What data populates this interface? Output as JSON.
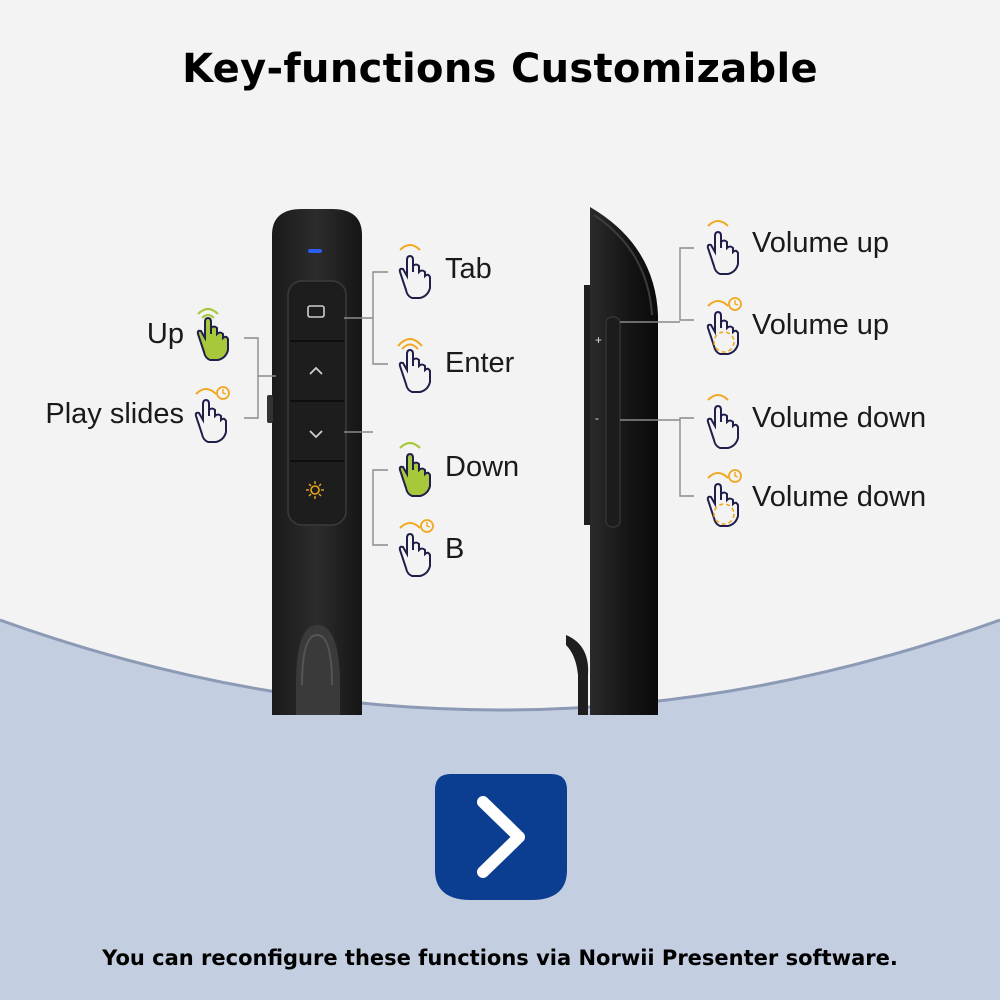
{
  "title": "Key-functions Customizable",
  "left_device": {
    "labels": {
      "up": "Up",
      "play_slides": "Play slides",
      "tab": "Tab",
      "enter": "Enter",
      "down": "Down",
      "b": "B"
    },
    "buttons": [
      "window-button",
      "up-arrow-button",
      "down-arrow-button",
      "laser-button"
    ]
  },
  "right_device": {
    "side_marks": {
      "plus": "+",
      "minus": "-"
    },
    "labels": {
      "volume_up_1": "Volume up",
      "volume_up_2": "Volume up",
      "volume_down_1": "Volume down",
      "volume_down_2": "Volume down"
    }
  },
  "icons": {
    "gesture_types": [
      "single-tap-hand-icon",
      "double-tap-hand-icon",
      "long-press-hand-icon",
      "highlighted-tap-hand-icon"
    ],
    "app_icon": "chevron-right-icon"
  },
  "colors": {
    "background": "#f3f3f3",
    "lower_band": "#c3cee0",
    "accent_orange": "#f0a81e",
    "accent_green": "#a6c83a",
    "hand_outline": "#1f1f4a",
    "app_icon_blue": "#0b3d91"
  },
  "footer": "You can reconfigure these functions via Norwii Presenter software."
}
